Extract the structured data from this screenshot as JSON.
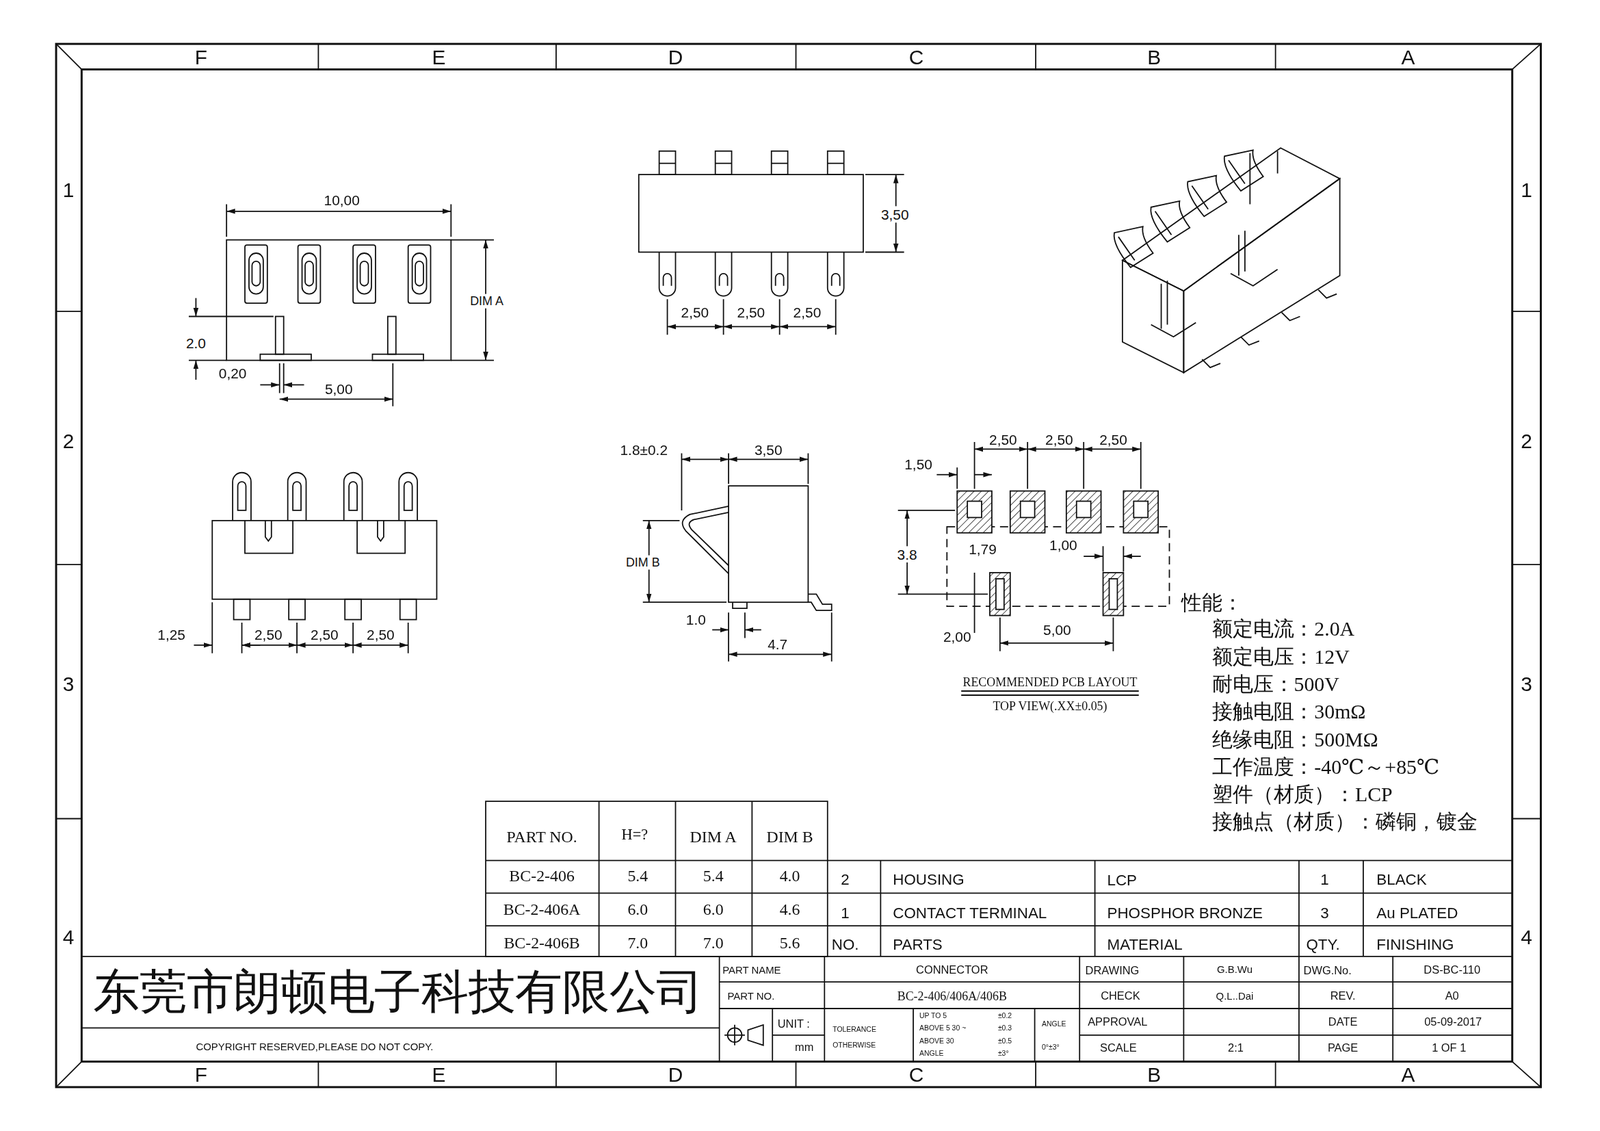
{
  "diagram": {
    "labels": [
      "F",
      "E",
      "D",
      "C",
      "B",
      "A",
      "F",
      "E",
      "D",
      "C",
      "B",
      "A",
      "1",
      "2",
      "3",
      "4",
      "1",
      "2",
      "3",
      "4",
      "10,00",
      "DIM A",
      "2.0",
      "0,20",
      "5,00",
      "3,50",
      "2,50",
      "2,50",
      "2,50",
      "1,25",
      "2,50",
      "2,50",
      "2,50",
      "1.8±0.2",
      "3,50",
      "DIM B",
      "1.0",
      "4.7",
      "2,50",
      "2,50",
      "2,50",
      "1,50",
      "3.8",
      "1,79",
      "1,00",
      "2,00",
      "5,00",
      "RECOMMENDED PCB LAYOUT",
      "TOP VIEW(.XX±0.05)",
      "性能：",
      "额定电流：2.0A",
      "额定电压：12V",
      "耐电压：500V",
      "接触电阻：30mΩ",
      "绝缘电阻：500MΩ",
      "工作温度：-40℃～+85℃",
      "塑件（材质）：LCP",
      "接触点（材质）：磷铜，镀金",
      "PART NO.",
      "H=?",
      "DIM A",
      "DIM B",
      "BC-2-406",
      "5.4",
      "5.4",
      "4.0",
      "BC-2-406A",
      "6.0",
      "6.0",
      "4.6",
      "BC-2-406B",
      "7.0",
      "7.0",
      "5.6",
      "2",
      "HOUSING",
      "LCP",
      "1",
      "BLACK",
      "1",
      "CONTACT TERMINAL",
      "PHOSPHOR BRONZE",
      "3",
      "Au PLATED",
      "NO.",
      "PARTS",
      "MATERIAL",
      "QTY.",
      "FINISHING",
      "东莞市朗顿电子科技有限公司",
      "COPYRIGHT RESERVED,PLEASE DO NOT COPY.",
      "PART NAME",
      "CONNECTOR",
      "DRAWING",
      "G.B.Wu",
      "DWG.No.",
      "DS-BC-110",
      "PART NO.",
      "BC-2-406/406A/406B",
      "CHECK",
      "Q.L..Dai",
      "REV.",
      "A0",
      "UNIT :",
      "mm",
      "TOLERANCE",
      "OTHERWISE",
      "UP TO 5",
      "ABOVE 5 30 ~",
      "ABOVE 30",
      "ANGLE",
      "±0.2",
      "±0.3",
      "±0.5",
      "±3°",
      "ANGLE",
      "0°±3°",
      "APPROVAL",
      "DATE",
      "05-09-2017",
      "SCALE",
      "2:1",
      "PAGE",
      "1 OF 1"
    ]
  }
}
